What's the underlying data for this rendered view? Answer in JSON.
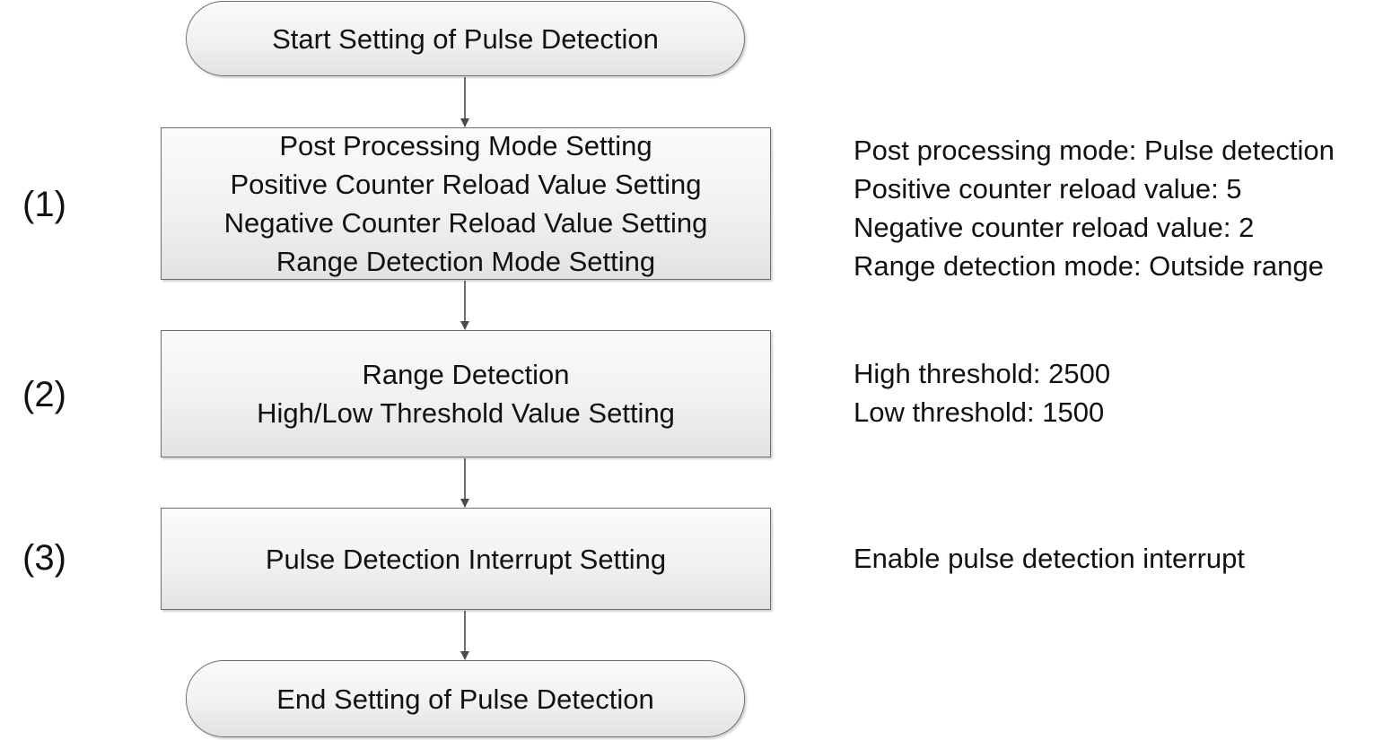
{
  "flowchart": {
    "start": {
      "label": "Start Setting of Pulse Detection"
    },
    "steps": [
      {
        "marker": "(1)",
        "lines": [
          "Post Processing Mode Setting",
          "Positive Counter Reload Value Setting",
          "Negative Counter Reload Value Setting",
          "Range Detection Mode Setting"
        ],
        "notes": [
          "Post processing mode: Pulse detection",
          "Positive counter reload value: 5",
          "Negative counter reload value: 2",
          "Range detection mode: Outside range"
        ]
      },
      {
        "marker": "(2)",
        "lines": [
          "Range Detection",
          "High/Low Threshold Value Setting"
        ],
        "notes": [
          "High threshold: 2500",
          "Low threshold: 1500"
        ]
      },
      {
        "marker": "(3)",
        "lines": [
          "Pulse Detection Interrupt Setting"
        ],
        "notes": [
          "Enable pulse detection interrupt"
        ]
      }
    ],
    "end": {
      "label": "End Setting of Pulse Detection"
    },
    "colors": {
      "border": "#6f6f6f",
      "arrow": "#4a4a4a",
      "fill_top": "#fbfbfb",
      "fill_bottom": "#e2e2e2",
      "text": "#111111"
    }
  }
}
